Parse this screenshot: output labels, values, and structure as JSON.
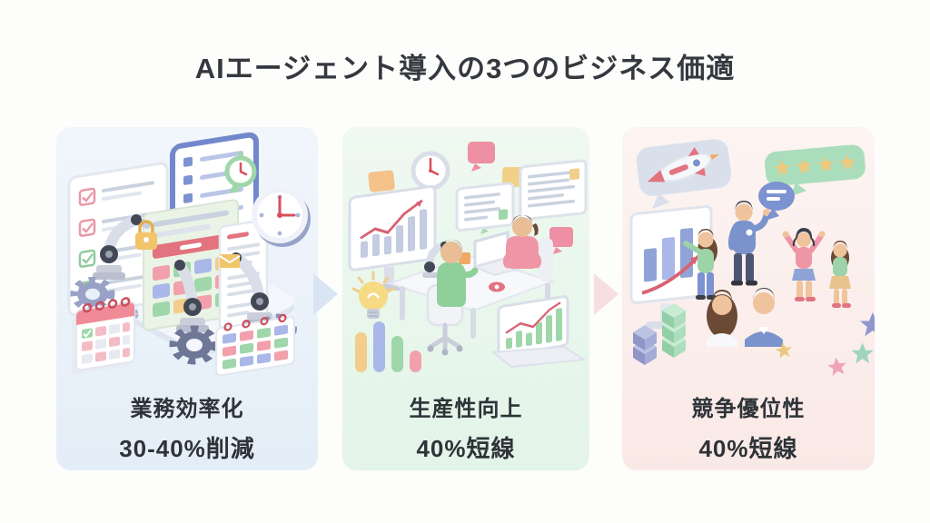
{
  "page": {
    "title": "AIエージェント導入の3つのビジネス価適",
    "title_color": "#35393F",
    "background_color": "#FDFDFC",
    "text_color": "#2E3338"
  },
  "cards": [
    {
      "label": "業務効率化",
      "value": "30-40%削減",
      "background_color": "#E8F0F8",
      "illustration": "robotic-automation-scene",
      "motifs": [
        "checklist-board",
        "task-list-panel",
        "robot-arm",
        "padlock",
        "stopwatch",
        "clock",
        "gear",
        "calendar",
        "color-grid-sheet",
        "document-screen"
      ]
    },
    {
      "label": "生産性向上",
      "value": "40%短線",
      "background_color": "#E8F5EC",
      "illustration": "team-desk-work-scene",
      "motifs": [
        "chart-monitor",
        "wall-clock",
        "sticky-notes",
        "document-screens",
        "workers-at-desk",
        "laptop",
        "lightbulb",
        "bar-chart",
        "chart-laptop"
      ]
    },
    {
      "label": "競争優位性",
      "value": "40%短線",
      "background_color": "#FBEDEA",
      "illustration": "competitive-team-scene",
      "motifs": [
        "rocket-badge",
        "star-rating-banner",
        "presentation-screen",
        "presenter",
        "standing-people",
        "speech-bubble",
        "team-busts",
        "stacked-cubes",
        "rising-stars"
      ]
    }
  ],
  "arrows": [
    {
      "direction": "right",
      "color": "#DAE5F4"
    },
    {
      "direction": "right",
      "color": "#F7DFE0"
    }
  ]
}
